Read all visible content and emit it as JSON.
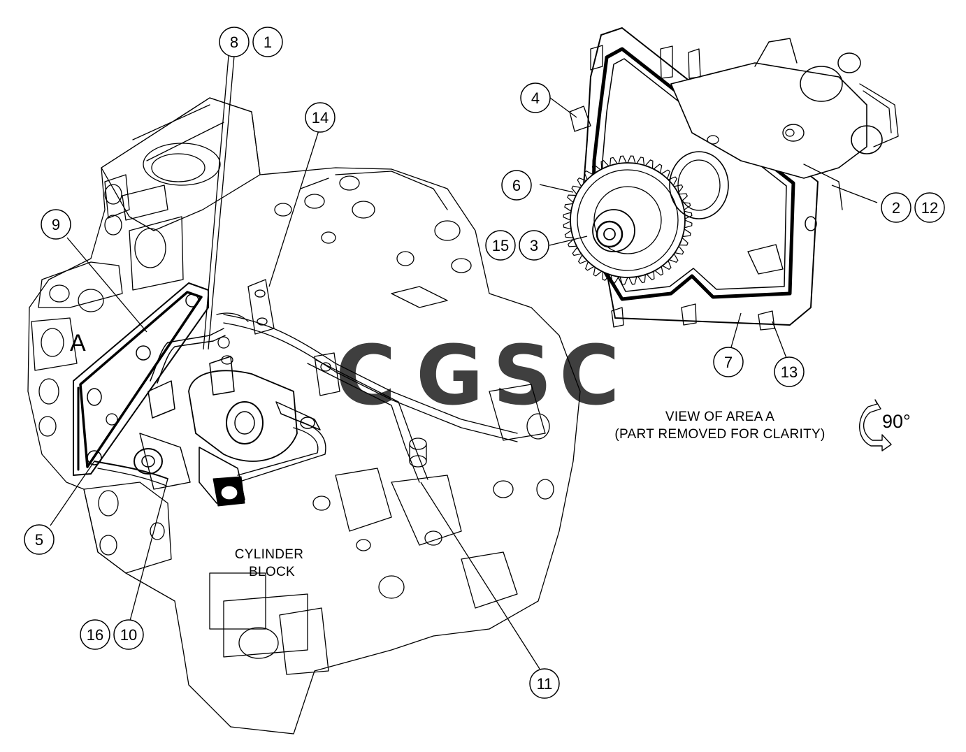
{
  "callouts": {
    "c1": "1",
    "c2": "2",
    "c3": "3",
    "c4": "4",
    "c5": "5",
    "c6": "6",
    "c7": "7",
    "c8": "8",
    "c9": "9",
    "c10": "10",
    "c11": "11",
    "c12": "12",
    "c13": "13",
    "c14": "14",
    "c15": "15",
    "c16": "16"
  },
  "labels": {
    "area_marker": "A",
    "cylinder_block_line1": "CYLINDER",
    "cylinder_block_line2": "BLOCK",
    "view_title": "VIEW OF AREA  A",
    "view_subtitle": "(PART REMOVED FOR CLARITY)",
    "rotation": "90°"
  },
  "watermark": {
    "letters": [
      "C",
      "G",
      "S",
      "C"
    ],
    "colors": [
      "#4a8fe8",
      "#ee6f6f",
      "#f4d052",
      "#3aa676"
    ]
  }
}
